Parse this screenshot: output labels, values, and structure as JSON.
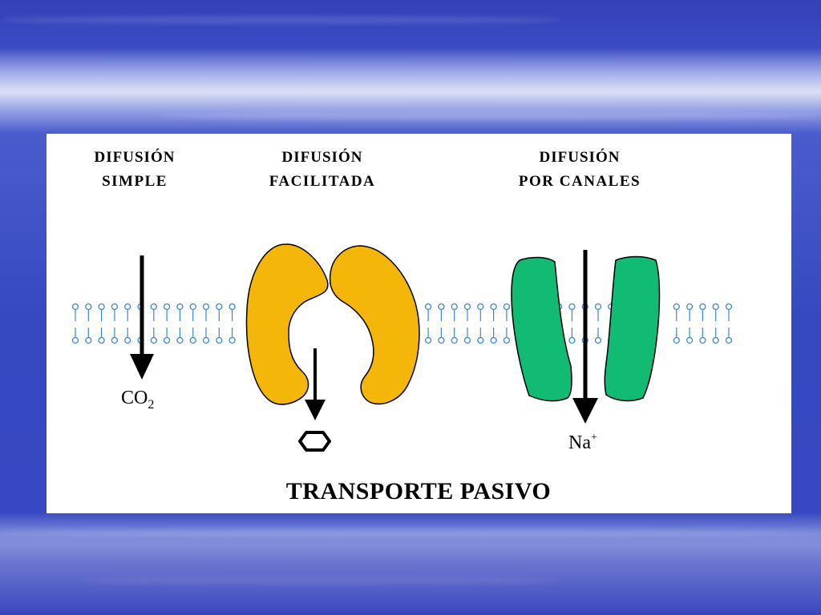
{
  "panel_labels": {
    "simple_line1": "DIFUSIÓN",
    "simple_line2": "SIMPLE",
    "facilitada_line1": "DIFUSIÓN",
    "facilitada_line2": "FACILITADA",
    "canales_line1": "DIFUSIÓN",
    "canales_line2": "POR CANALES"
  },
  "molecules": {
    "co2_main": "CO",
    "co2_sub": "2",
    "na_main": "Na",
    "na_sup": "+"
  },
  "title": "TRANSPORTE PASIVO",
  "colors": {
    "carrier_protein": "#f5b60a",
    "channel_protein": "#12bb74",
    "membrane": "#3a86d6",
    "text": "#000000"
  }
}
